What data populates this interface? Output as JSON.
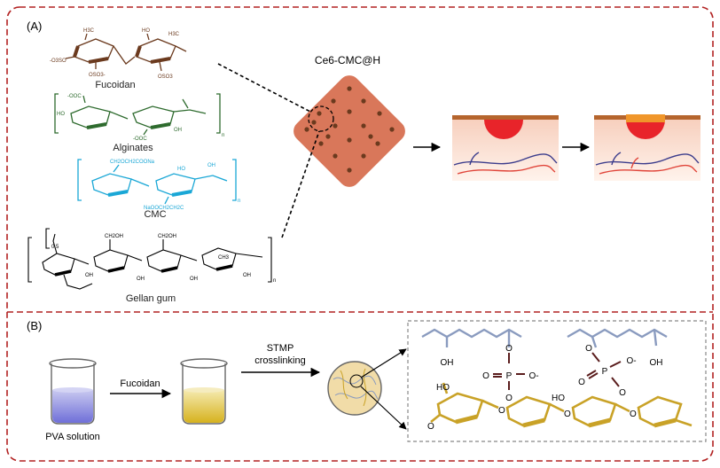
{
  "panel_a": {
    "label": "(A)",
    "molecules": {
      "fucoidan": {
        "name": "Fucoidan",
        "groups": {
          "ch3": "H3C",
          "oso3_left": "-O3SO",
          "oso3_bottom": "OSO3-",
          "oh": "HO",
          "ch3_right": "H3C",
          "oso3_right": "OSO3"
        }
      },
      "alginates": {
        "name": "Alginates",
        "groups": {
          "cooh_top": "-OOC",
          "ho_left": "HO",
          "cooh_bottom": "-OOC",
          "oh": "OH",
          "n": "n"
        }
      },
      "cmc": {
        "name": "CMC",
        "groups": {
          "top": "CH2OCH2COONa",
          "bottom": "NaOOCH2CH2C",
          "ho": "HO",
          "oh": "OH",
          "n": "n"
        }
      },
      "gellan": {
        "name": "Gellan gum",
        "groups": {
          "sub": "0.5",
          "ch2oh_1": "CH2OH",
          "ch2oh_2": "CH2OH",
          "ch3": "CH3",
          "oh": "OH",
          "n": "n"
        }
      }
    },
    "hydrogel_label": "Ce6-CMC@H"
  },
  "panel_b": {
    "label": "(B)",
    "beaker1_label": "PVA solution",
    "arrow1_label": "Fucoidan",
    "arrow2_label_line1": "STMP",
    "arrow2_label_line2": "crosslinking",
    "chem": {
      "oh_left": "OH",
      "oh_right": "OH",
      "o": "O",
      "p": "P",
      "o_minus": "O-",
      "ho": "HO"
    }
  },
  "colors": {
    "border": "#b22222",
    "fucoidan": "#6b3a1e",
    "alginate": "#2e6b2e",
    "cmc": "#1aa7d6",
    "hydrogel": "#d9775a",
    "dot": "#6b3a1e",
    "wound": "#e8242a",
    "skin_top": "#b5652d",
    "patch": "#f0962a",
    "vessel_blue": "#3b3c8c",
    "vessel_red": "#e0453a",
    "sugar": "#c9a227",
    "pva_chain": "#8a9bbf",
    "phosphate": "#5a1d1d"
  }
}
